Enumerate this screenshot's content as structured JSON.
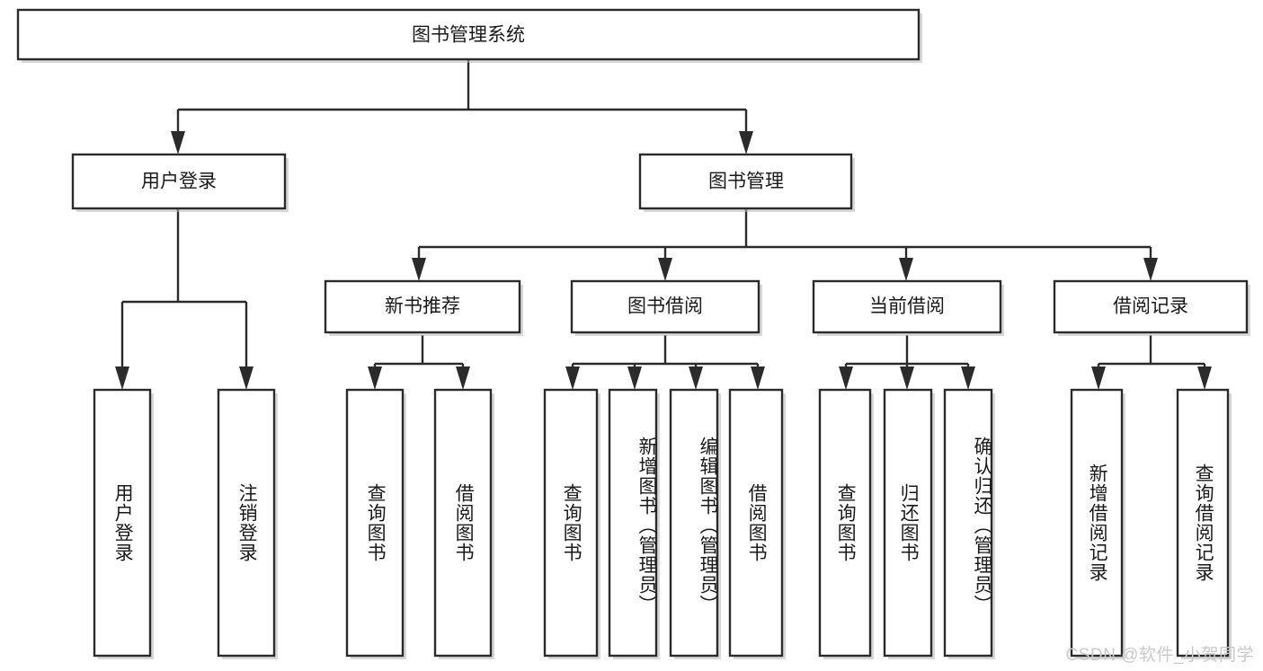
{
  "diagram": {
    "title": "图书管理系统",
    "type": "tree",
    "orientation": "top-down",
    "colors": {
      "box_stroke": "#2b2b2b",
      "box_fill": "#ffffff",
      "connector": "#2b2b2b",
      "text": "#1a1a1a",
      "watermark": "#c9c9c9",
      "background": "#ffffff"
    },
    "root": {
      "label": "图书管理系统"
    },
    "level1": [
      {
        "label": "用户登录"
      },
      {
        "label": "图书管理"
      }
    ],
    "level2": [
      {
        "label": "新书推荐"
      },
      {
        "label": "图书借阅"
      },
      {
        "label": "当前借阅"
      },
      {
        "label": "借阅记录"
      }
    ],
    "leaves": {
      "user_login": [
        {
          "label": "用户登录"
        },
        {
          "label": "注销登录"
        }
      ],
      "new_book_recommend": [
        {
          "label": "查询图书"
        },
        {
          "label": "借阅图书"
        }
      ],
      "book_borrow": [
        {
          "label": "查询图书"
        },
        {
          "label": "新增图书（管理员）"
        },
        {
          "label": "编辑图书（管理员）"
        },
        {
          "label": "借阅图书"
        }
      ],
      "current_borrow": [
        {
          "label": "查询图书"
        },
        {
          "label": "归还图书"
        },
        {
          "label": "确认归还（管理员）"
        }
      ],
      "borrow_record": [
        {
          "label": "新增借阅记录"
        },
        {
          "label": "查询借阅记录"
        }
      ]
    }
  },
  "watermark": {
    "text": "CSDN @软件_小贺同学"
  }
}
